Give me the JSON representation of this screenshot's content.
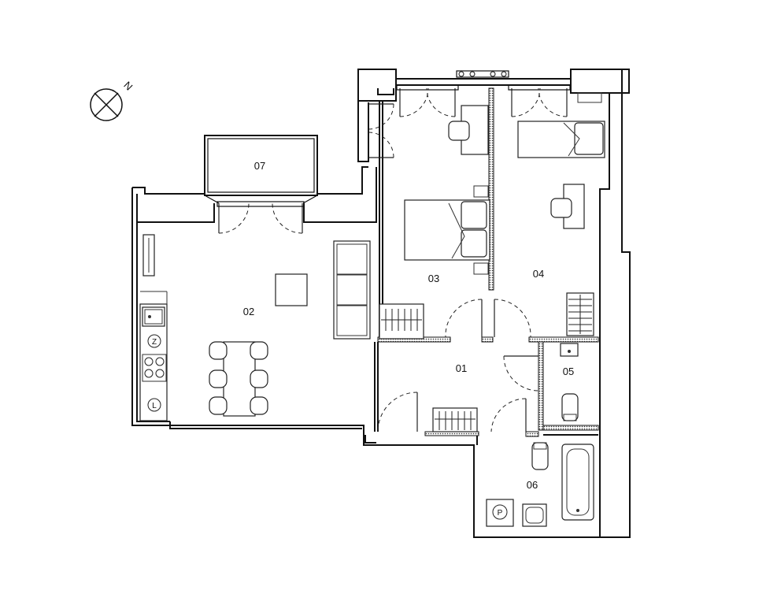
{
  "north_marker": {
    "letter": "N"
  },
  "rooms": [
    {
      "id": "07",
      "label": "07"
    },
    {
      "id": "02",
      "label": "02"
    },
    {
      "id": "03",
      "label": "03"
    },
    {
      "id": "04",
      "label": "04"
    },
    {
      "id": "01",
      "label": "01"
    },
    {
      "id": "05",
      "label": "05"
    },
    {
      "id": "06",
      "label": "06"
    }
  ],
  "appliances": {
    "oven_symbol": "Z",
    "fridge_symbol": "L",
    "washer_symbol": "P"
  }
}
